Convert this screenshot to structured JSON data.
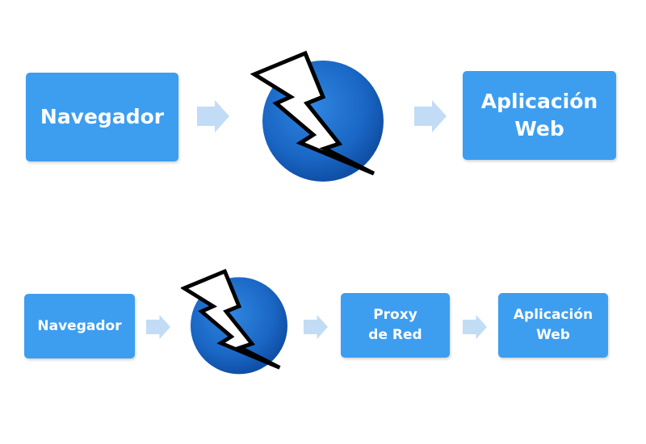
{
  "top_row": {
    "browser_label": "Navegador",
    "webapp_label": "Aplicación\nWeb"
  },
  "bottom_row": {
    "browser_label": "Navegador",
    "proxy_label": "Proxy\nde Red",
    "webapp_label": "Aplicación\nWeb"
  },
  "colors": {
    "box_fill": "#3d9ef0",
    "box_text": "#ffffff",
    "arrow_fill": "#c2dcf6",
    "logo_circle": "#1a66c4",
    "bolt_fill": "#ffffff",
    "bolt_stroke": "#000000"
  },
  "icons": {
    "logo": "lightning-bolt-circle-icon",
    "flow_arrow": "right-arrow-icon"
  }
}
